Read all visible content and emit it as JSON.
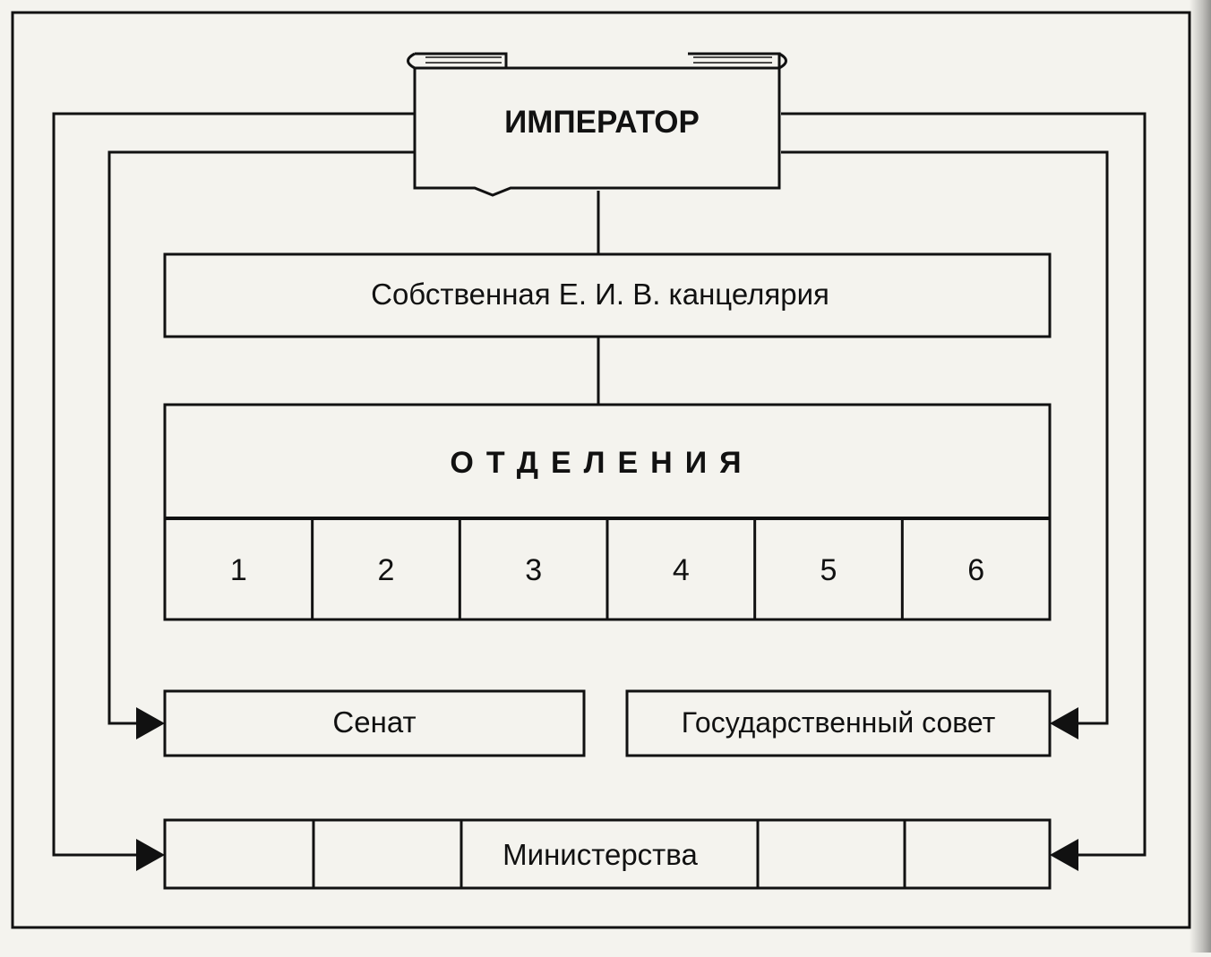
{
  "diagram": {
    "emperor": "ИМПЕРАТОР",
    "chancellery": "Собственная Е. И. В. канцелярия",
    "departments_title": "ОТДЕЛЕНИЯ",
    "departments": [
      "1",
      "2",
      "3",
      "4",
      "5",
      "6"
    ],
    "senate": "Сенат",
    "state_council": "Государственный совет",
    "ministries": "Министерства"
  },
  "colors": {
    "ink": "#111111",
    "paper": "#f4f3ee"
  }
}
